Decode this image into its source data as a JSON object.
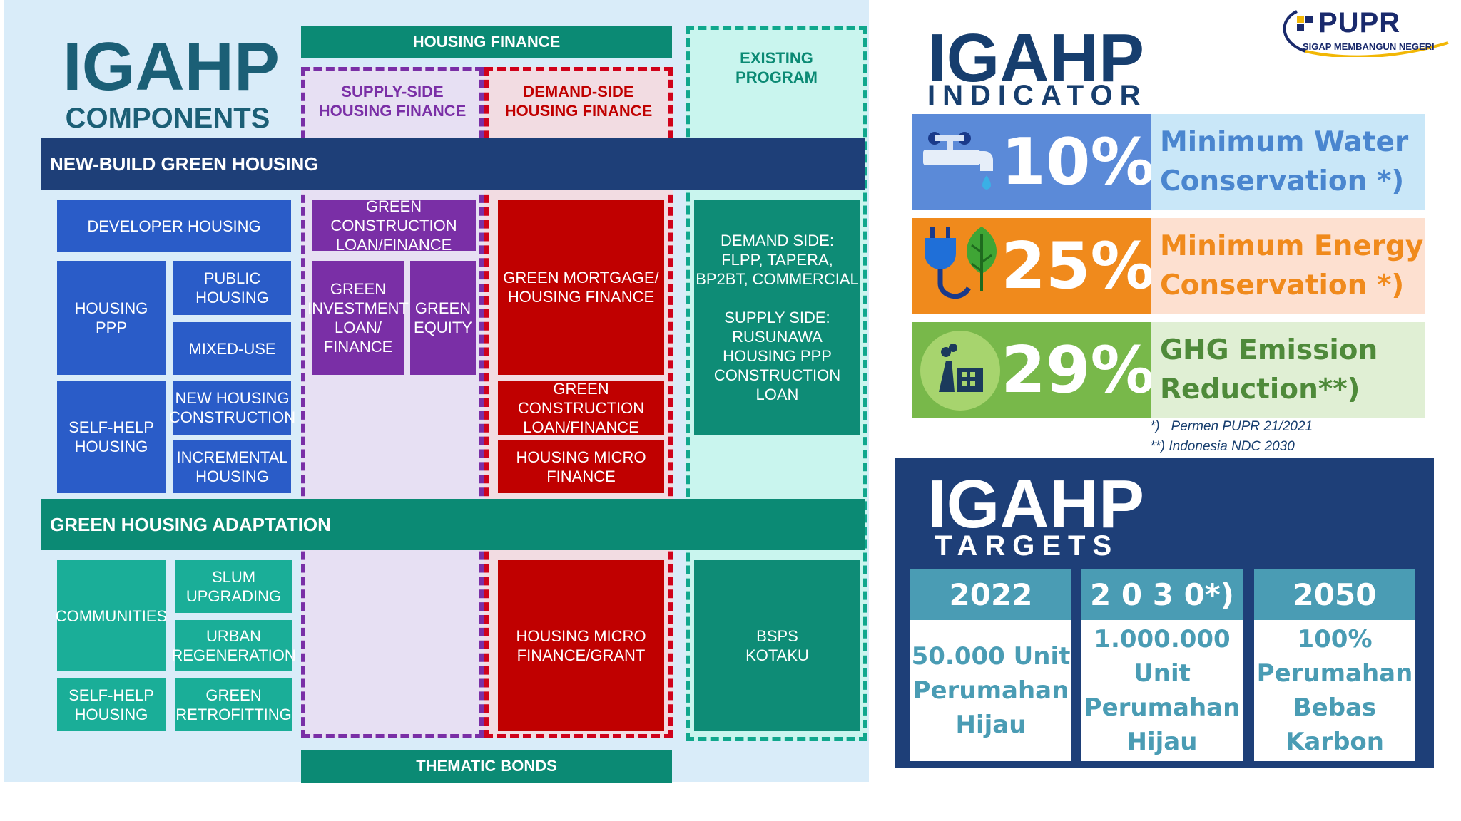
{
  "components": {
    "title": "IGAHP",
    "subtitle": "COMPONENTS",
    "housing_finance": "HOUSING FINANCE",
    "supply_side": "SUPPLY-SIDE\nHOUSING FINANCE",
    "demand_side": "DEMAND-SIDE\nHOUSING FINANCE",
    "existing_program": "EXISTING\nPROGRAM",
    "new_build": "NEW-BUILD GREEN HOUSING",
    "adaptation": "GREEN HOUSING ADAPTATION",
    "thematic_bonds": "THEMATIC BONDS",
    "newbuild_blocks": {
      "developer_housing": "DEVELOPER HOUSING",
      "housing_ppp": "HOUSING   PPP",
      "public_housing": "PUBLIC HOUSING",
      "mixed_use": "MIXED-USE",
      "self_help": "SELF-HELP\nHOUSING",
      "new_housing": "NEW HOUSING\nCONSTRUCTION",
      "incremental": "INCREMENTAL\nHOUSING"
    },
    "supply_blocks": {
      "construction_loan": "GREEN CONSTRUCTION\nLOAN/FINANCE",
      "investment_loan": "GREEN\nINVESTMENT\nLOAN/\nFINANCE",
      "equity": "GREEN\nEQUITY"
    },
    "demand_blocks": {
      "mortgage": "GREEN MORTGAGE/\nHOUSING FINANCE",
      "construction_loan": "GREEN CONSTRUCTION\nLOAN/FINANCE",
      "micro_finance": "HOUSING MICRO\nFINANCE",
      "micro_grant": "HOUSING MICRO\nFINANCE/GRANT"
    },
    "existing_blocks": {
      "programs": "DEMAND SIDE:\nFLPP, TAPERA,\nBP2BT, COMMERCIAL\n\nSUPPLY SIDE:\nRUSUNAWA\nHOUSING PPP\nCONSTRUCTION LOAN",
      "bsps": "BSPS\nKOTAKU"
    },
    "adaptation_blocks": {
      "communities": "COMMUNITIES",
      "slum": "SLUM\nUPGRADING",
      "urban": "URBAN\nREGENERATION",
      "self_help": "SELF-HELP\nHOUSING",
      "retrofitting": "GREEN\nRETROFITTING"
    }
  },
  "logo": {
    "text": "PUPR",
    "tagline": "SIGAP MEMBANGUN NEGERI"
  },
  "indicator": {
    "title": "IGAHP",
    "subtitle": "INDICATOR",
    "rows": [
      {
        "value": "10%",
        "label": "Minimum Water\nConservation *)",
        "icon": "water-tap-icon"
      },
      {
        "value": "25%",
        "label": "Minimum Energy\nConservation *)",
        "icon": "plug-leaf-icon"
      },
      {
        "value": "29%",
        "label": "GHG Emission\nReduction**)",
        "icon": "factory-icon"
      }
    ],
    "note1": "*)   Permen PUPR 21/2021",
    "note2": "**) Indonesia NDC 2030"
  },
  "targets": {
    "title": "IGAHP",
    "subtitle": "TARGETS",
    "cols": [
      {
        "year": "2022",
        "text": "50.000 Unit\nPerumahan\nHijau"
      },
      {
        "year": "2 0 3 0*)",
        "text": "1.000.000\nUnit\nPerumahan\nHijau"
      },
      {
        "year": "2050",
        "text": "100%\nPerumahan\nBebas\nKarbon"
      }
    ]
  },
  "colors": {
    "navy": "#1e3f78",
    "blue": "#2a5cc8",
    "purple": "#7a2fa6",
    "red": "#c00000",
    "teal": "#0e8c76",
    "water": "#5b8ad8",
    "energy": "#f08a1c",
    "ghg": "#78b84a"
  }
}
